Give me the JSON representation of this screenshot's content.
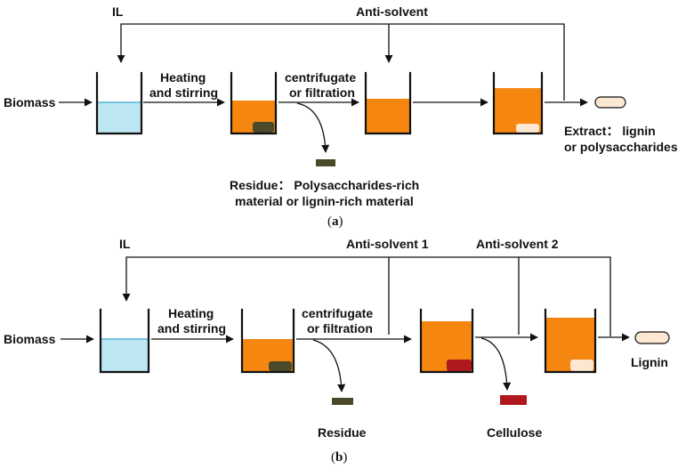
{
  "colors": {
    "ionic_liquid": "#bde6f3",
    "ionic_liquid_line": "#55b5d3",
    "orange": "#f5860f",
    "orange_light": "#f9a34a",
    "residue": "#4a4a2a",
    "cellulose": "#b0191c",
    "pellet": "#fbe7d2",
    "line": "#111111"
  },
  "panel_a": {
    "il": "IL",
    "anti_solvent": "Anti-solvent",
    "biomass": "Biomass",
    "heating_1": "Heating",
    "heating_2": "and stirring",
    "centrifugate_1": "centrifugate",
    "centrifugate_2": "or filtration",
    "extract_1": "Extract： lignin",
    "extract_2": "or polysaccharides",
    "residue_1": "Residue： Polysaccharides-rich",
    "residue_2": "material or lignin-rich material",
    "caption_open": "(",
    "caption_letter": "a",
    "caption_close": ")"
  },
  "panel_b": {
    "il": "IL",
    "anti_solvent_1": "Anti-solvent 1",
    "anti_solvent_2": "Anti-solvent 2",
    "biomass": "Biomass",
    "heating_1": "Heating",
    "heating_2": "and stirring",
    "centrifugate_1": "centrifugate",
    "centrifugate_2": "or filtration",
    "residue": "Residue",
    "cellulose": "Cellulose",
    "lignin": "Lignin",
    "caption_open": "(",
    "caption_letter": "b",
    "caption_close": ")"
  }
}
